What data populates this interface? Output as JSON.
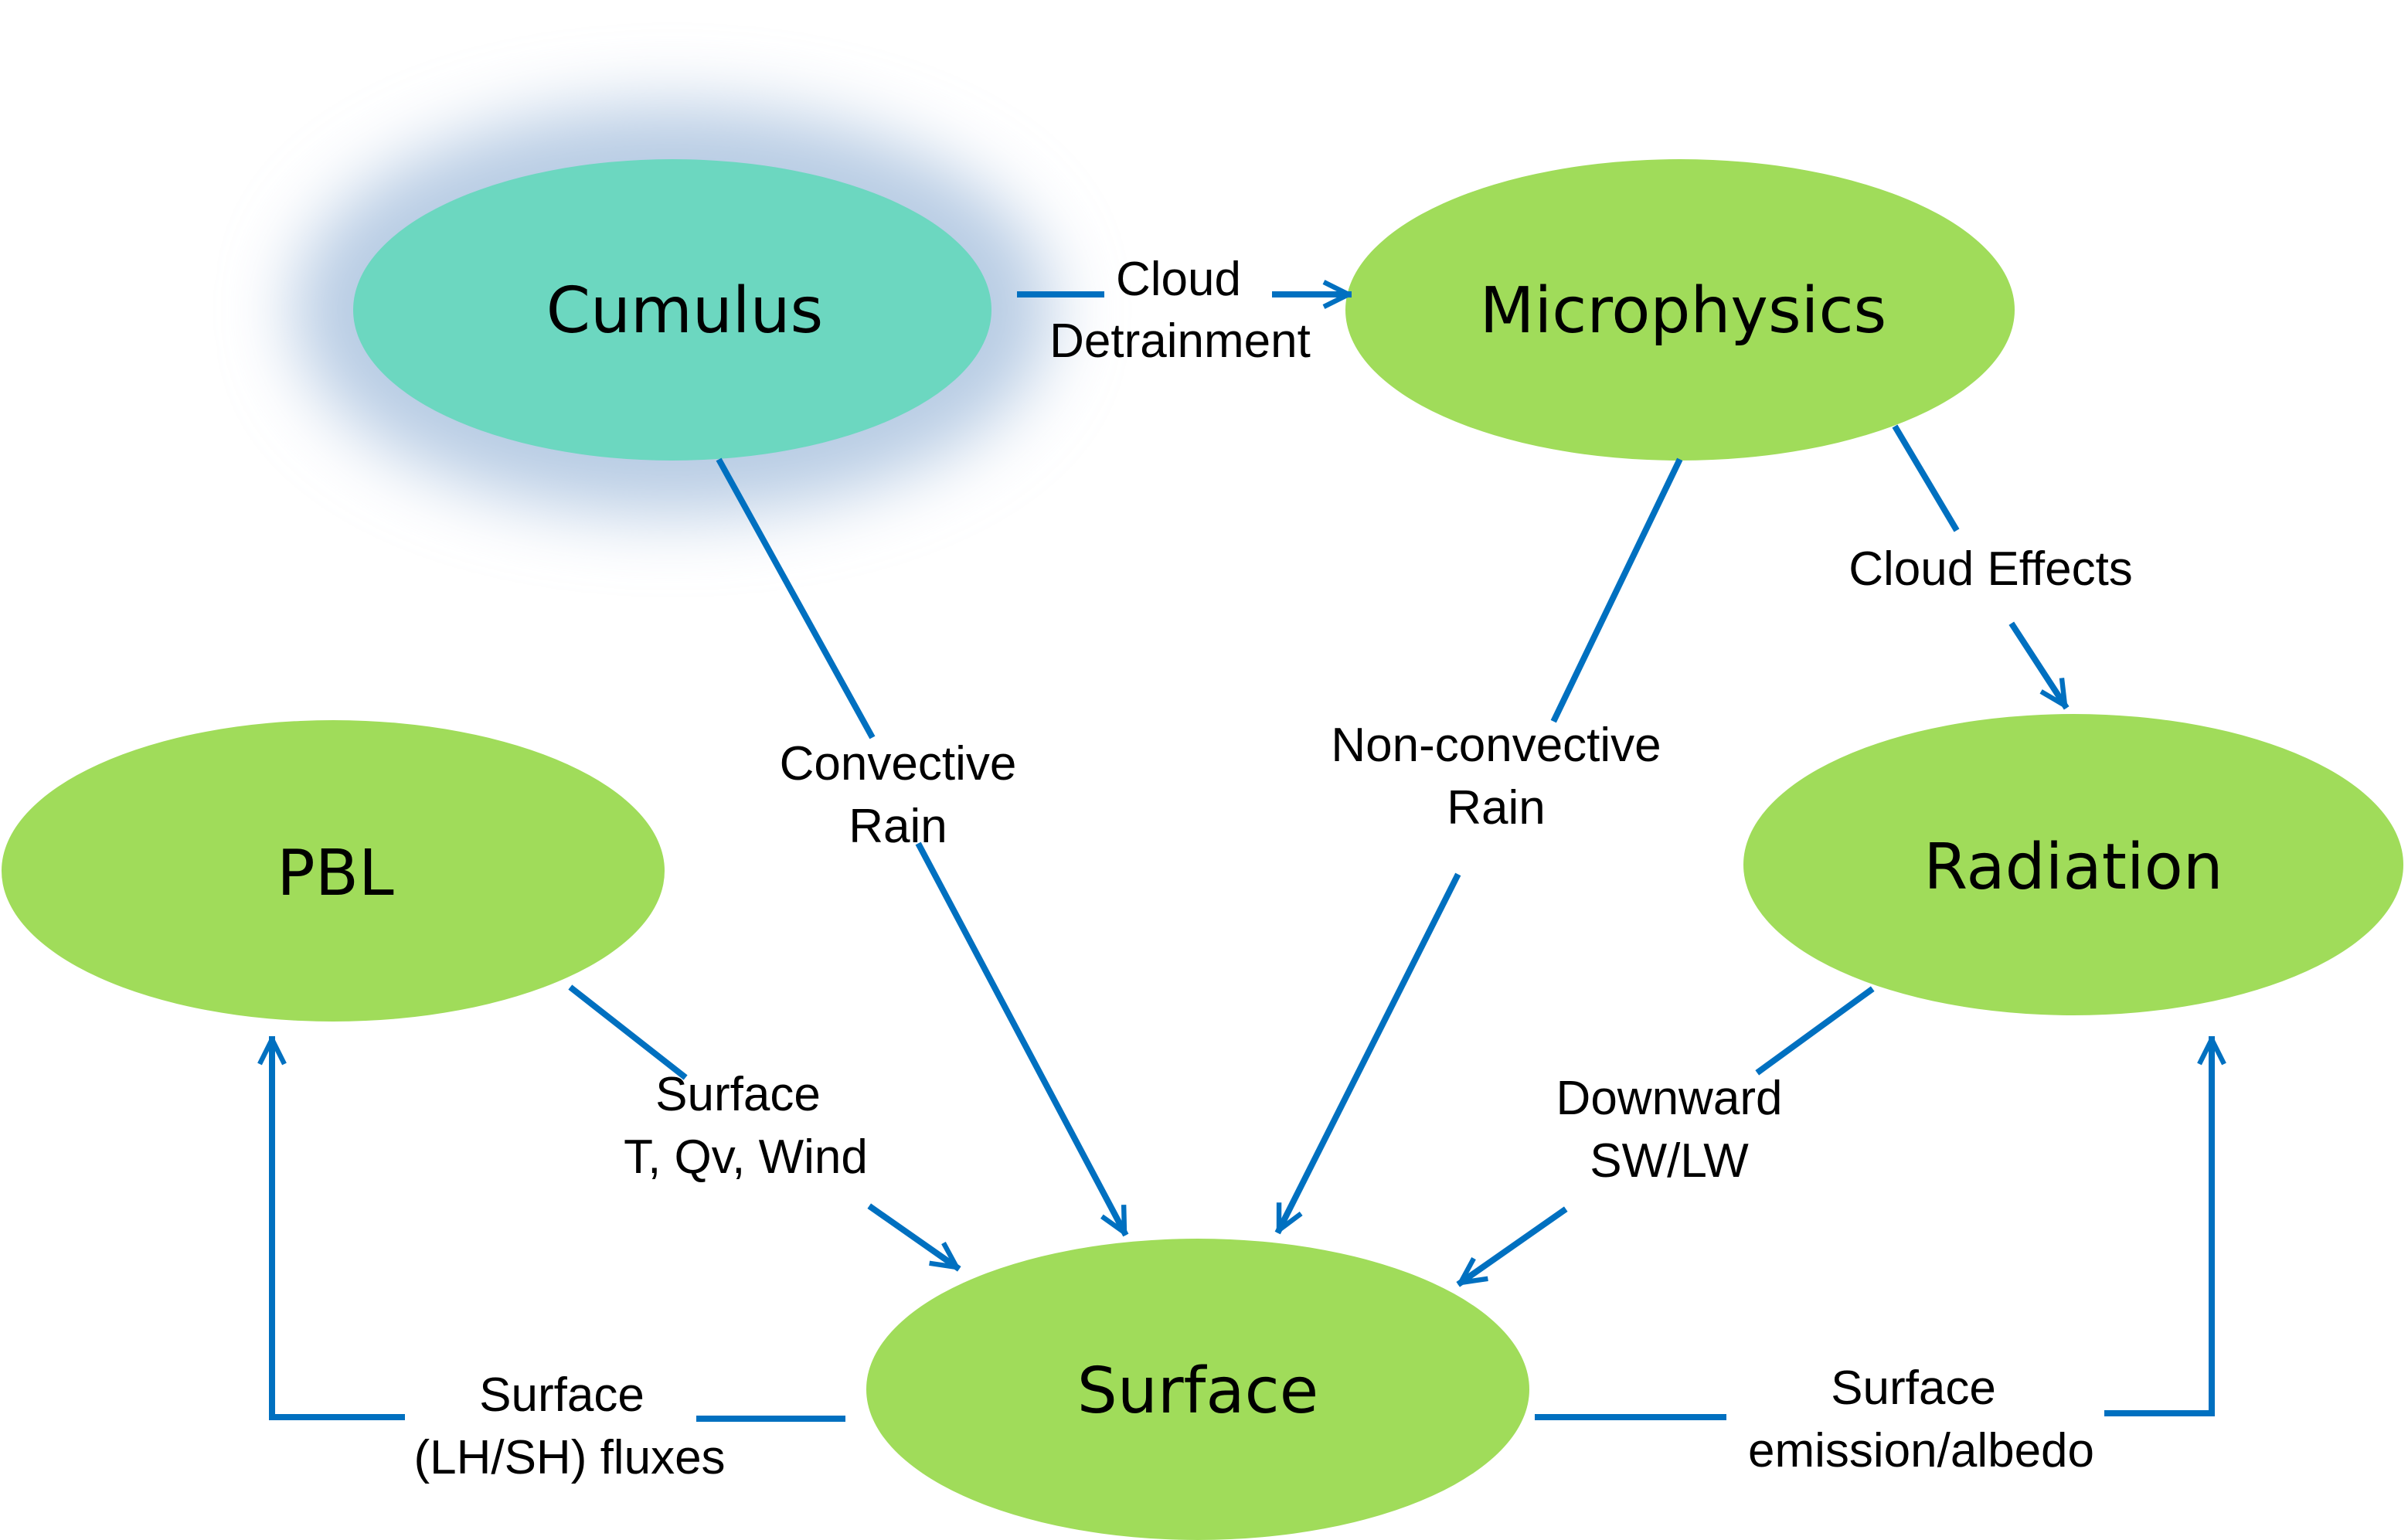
{
  "colors": {
    "node_green": "#a0dc5a",
    "node_teal": "#6cd7c0",
    "glow": "#b8cce4",
    "arrow": "#0070c0"
  },
  "nodes": {
    "cumulus": "Cumulus",
    "microphysics": "Microphysics",
    "pbl": "PBL",
    "radiation": "Radiation",
    "surface": "Surface"
  },
  "edges": {
    "cloud_detrainment": [
      "Cloud",
      "Detrainment"
    ],
    "convective_rain": [
      "Convective",
      "Rain"
    ],
    "nonconvective_rain": [
      "Non-convective",
      "Rain"
    ],
    "cloud_effects": [
      "Cloud Effects"
    ],
    "surface_tqv_wind": [
      "Surface",
      "T, Qv, Wind"
    ],
    "downward_swlw": [
      "Downward",
      "SW/LW"
    ],
    "surface_fluxes": [
      "Surface",
      "(LH/SH) fluxes"
    ],
    "surface_emission": [
      "Surface",
      "emission/albedo"
    ]
  }
}
